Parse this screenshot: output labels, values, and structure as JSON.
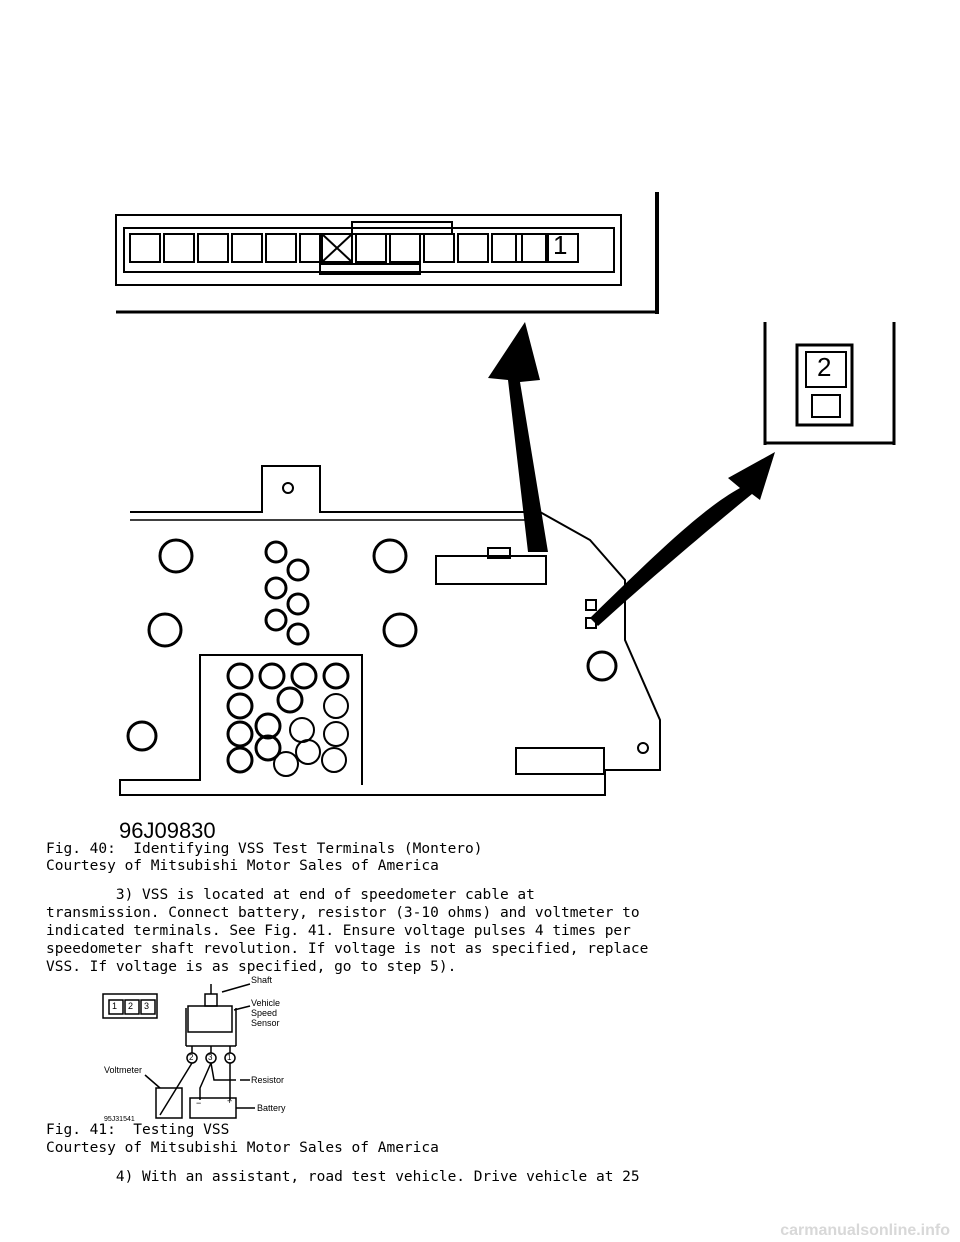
{
  "fig40": {
    "code": "96J09830",
    "connector1_label": "1",
    "connector2_label": "2",
    "caption": "Fig. 40:  Identifying VSS Test Terminals (Montero)",
    "courtesy": "Courtesy of Mitsubishi Motor Sales of America"
  },
  "step3": [
    "        3) VSS is located at end of speedometer cable at",
    "transmission. Connect battery, resistor (3-10 ohms) and voltmeter to",
    "indicated terminals. See Fig. 41. Ensure voltage pulses 4 times per",
    "speedometer shaft revolution. If voltage is not as specified, replace",
    "VSS. If voltage is as specified, go to step 5)."
  ],
  "fig41": {
    "code": "95J31541",
    "pins": [
      "1",
      "2",
      "3"
    ],
    "circle_pins": [
      "2",
      "3",
      "1"
    ],
    "labels": {
      "shaft": "Shaft",
      "vss_1": "Vehicle",
      "vss_2": "Speed",
      "vss_3": "Sensor",
      "resistor": "Resistor",
      "voltmeter": "Voltmeter",
      "battery": "Battery",
      "minus": "−",
      "plus": "+"
    },
    "caption": "Fig. 41:  Testing VSS",
    "courtesy": "Courtesy of Mitsubishi Motor Sales of America"
  },
  "step4": "        4) With an assistant, road test vehicle. Drive vehicle at 25",
  "watermark": "carmanualsonline.info"
}
